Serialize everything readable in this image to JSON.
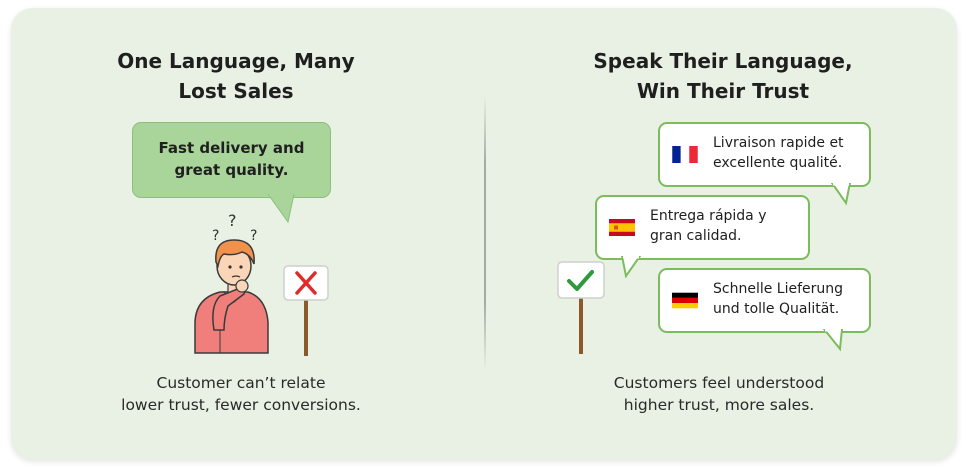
{
  "left_panel": {
    "title": [
      "One Language, Many",
      "Lost Sales"
    ],
    "bubble_text": [
      "Fast delivery and",
      "great quality."
    ],
    "caption": [
      "Customer can’t relate",
      "lower trust, fewer conversions."
    ],
    "question_marks": [
      "?",
      "?",
      "?"
    ]
  },
  "right_panel": {
    "title": [
      "Speak Their Language,",
      "Win Their Trust"
    ],
    "bubbles": [
      {
        "lang": "french",
        "lines": [
          "Livraison rapide et",
          "excellente qualité."
        ]
      },
      {
        "lang": "spanish",
        "lines": [
          "Entrega rápida y",
          "gran calidad."
        ]
      },
      {
        "lang": "german",
        "lines": [
          "Schnelle Lieferung",
          "und tolle Qualität."
        ]
      }
    ],
    "caption": [
      "Customers feel understood",
      "higher trust, more sales."
    ]
  },
  "colors": {
    "card_bg": "#e8f1e3",
    "bubble_green": "#a9d59a",
    "bubble_border": "#7cbc5c",
    "cross_red": "#e02b2b",
    "check_green": "#2e9a3c"
  },
  "icons": [
    "person-confused-icon",
    "cross-sign-icon",
    "check-sign-icon",
    "flag-france-icon",
    "flag-spain-icon",
    "flag-germany-icon"
  ]
}
